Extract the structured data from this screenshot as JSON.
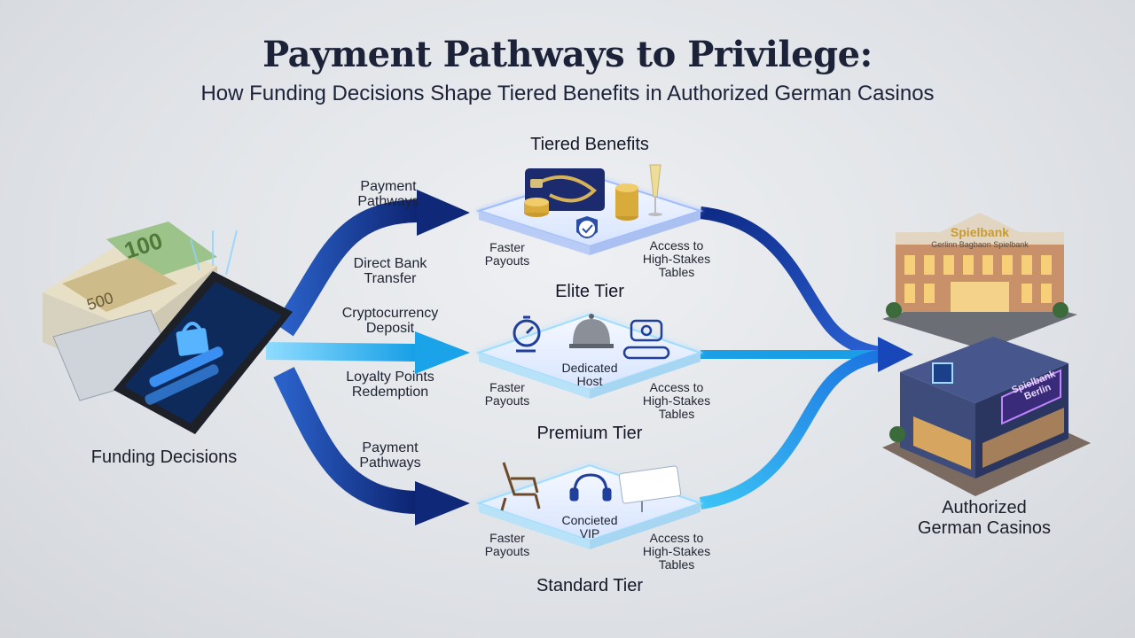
{
  "header": {
    "title": "Payment Pathways to Privilege:",
    "subtitle": "How Funding Decisions Shape Tiered Benefits in Authorized German Casinos"
  },
  "left": {
    "label": "Funding Decisions",
    "bill_value": "100",
    "bill_value_2": "500"
  },
  "pathways": {
    "top": "Payment\nPathways",
    "direct_bank": "Direct Bank\nTransfer",
    "crypto": "Cryptocurrency\nDeposit",
    "loyalty": "Loyalty Points\nRedemption",
    "bottom": "Payment\nPathways"
  },
  "tiers": {
    "heading": "Tiered Benefits",
    "elite": {
      "name": "Elite Tier",
      "left": "Faster\nPayouts",
      "right": "Access to\nHigh-Stakes\nTables"
    },
    "premium": {
      "name": "Premium Tier",
      "center": "Dedicated\nHost",
      "left": "Faster\nPayouts",
      "right": "Access to\nHigh-Stakes\nTables"
    },
    "standard": {
      "name": "Standard Tier",
      "center": "Concieted\nVIP",
      "left": "Faster\nPayouts",
      "right": "Access to\nHigh-Stakes\nTables"
    }
  },
  "right": {
    "label": "Authorized\nGerman Casinos",
    "building1_sign": "Spielbank",
    "building1_sub": "Gerlinn Bagbaon Spielbank",
    "building2_sign": "Spielbank\nBerlin"
  },
  "colors": {
    "dark_arrow": "#16307f",
    "light_arrow": "#1aa7ea",
    "title": "#1c2238"
  }
}
